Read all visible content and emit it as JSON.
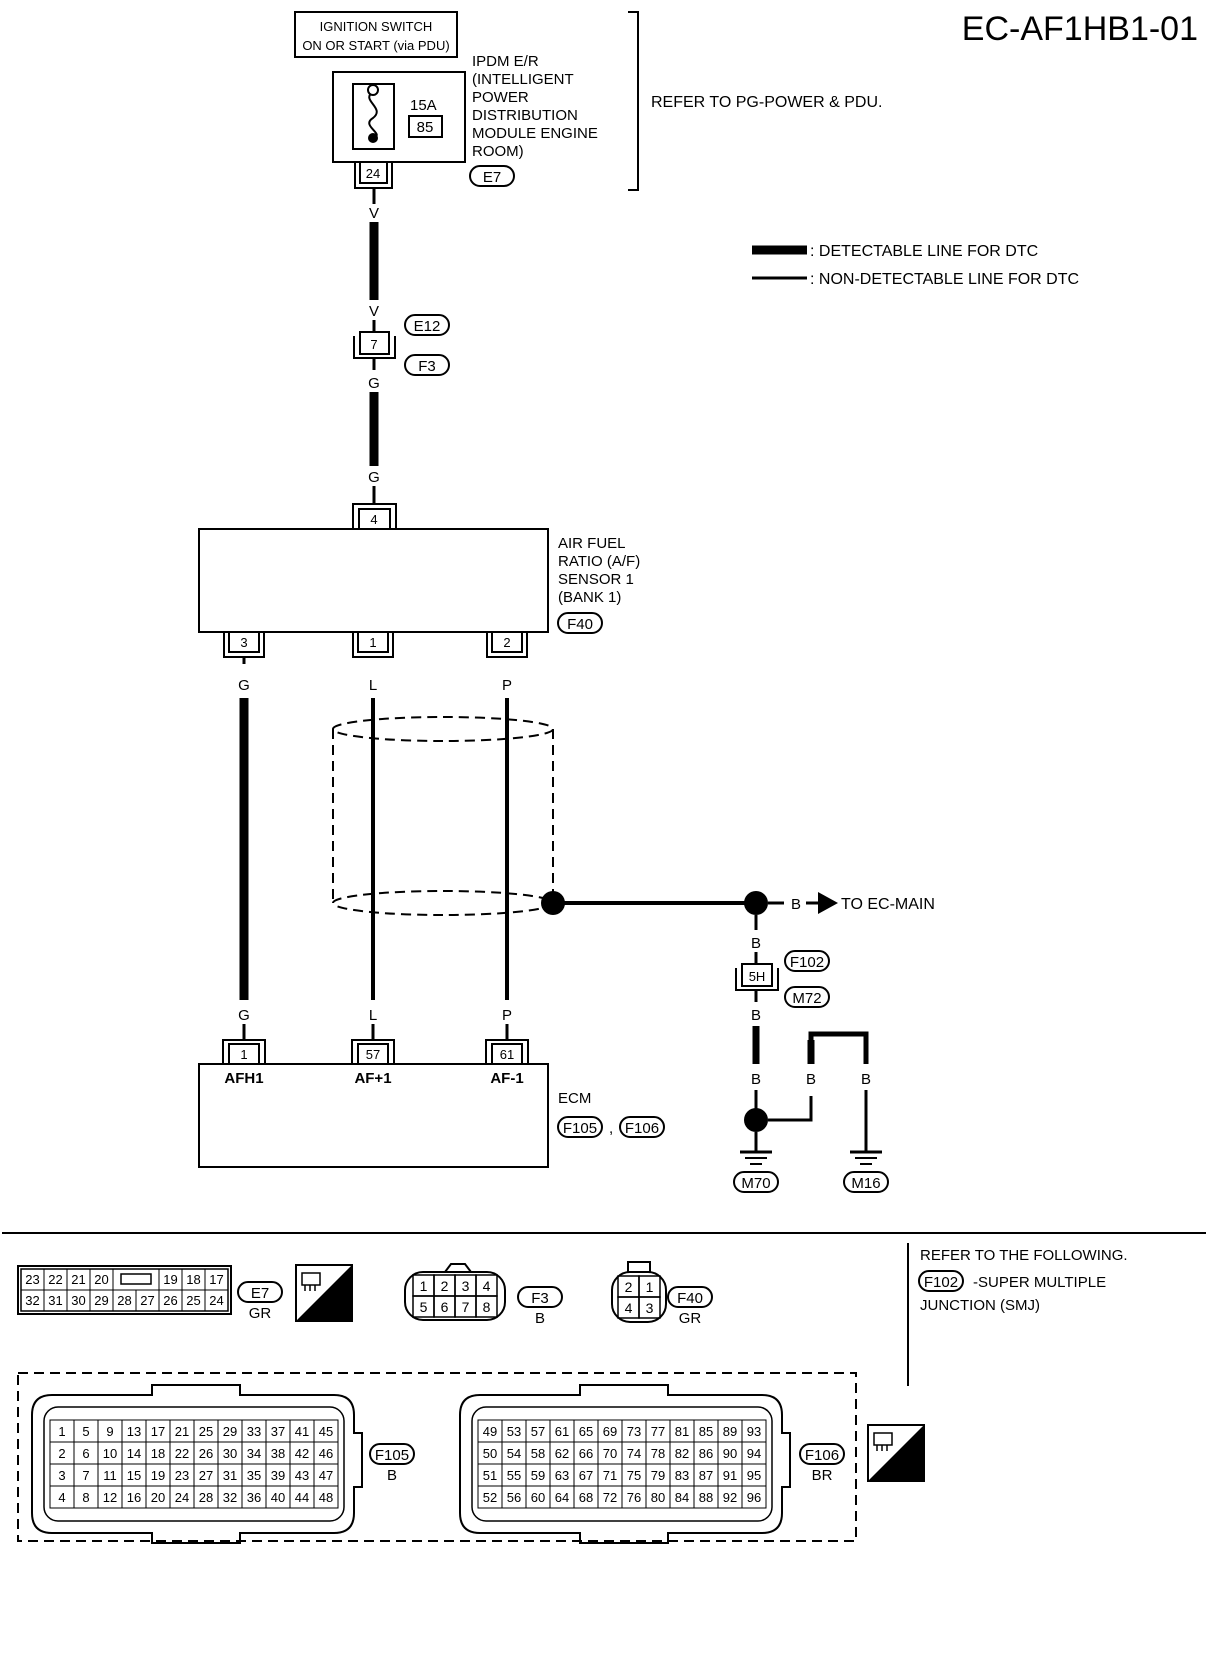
{
  "title": "EC-AF1HB1-01",
  "legend": {
    "detectable": ": DETECTABLE LINE FOR DTC",
    "non_detectable": ": NON-DETECTABLE LINE FOR DTC"
  },
  "ignition_switch": {
    "line1": "IGNITION SWITCH",
    "line2": "ON OR START (via PDU)"
  },
  "ipdm": {
    "label_lines": [
      "IPDM E/R",
      "(INTELLIGENT",
      "POWER",
      "DISTRIBUTION",
      "MODULE ENGINE",
      "ROOM)"
    ],
    "fuse_amps": "15A",
    "fuse_number": "85",
    "terminal": "24",
    "connector": "E7",
    "refer": "REFER TO PG-POWER & PDU."
  },
  "wires": {
    "v_top": "V",
    "v_bottom": "V",
    "g_after_joint": "G",
    "g_before_sensor": "G",
    "sensor3": "G",
    "sensor1": "L",
    "sensor2": "P",
    "ecm1": "G",
    "ecm57": "L",
    "ecm61": "P",
    "shield_b": "B",
    "b1": "B",
    "b2": "B",
    "b3": "B",
    "b4": "B",
    "b5": "B"
  },
  "joint": {
    "terminal": "7",
    "connector_top": "E12",
    "connector_bottom": "F3"
  },
  "sensor": {
    "label_lines": [
      "AIR FUEL",
      "RATIO (A/F)",
      "SENSOR 1",
      "(BANK 1)"
    ],
    "connector": "F40",
    "top_terminal": "4",
    "bottom_terminals": [
      "3",
      "1",
      "2"
    ]
  },
  "to_ec_main": "TO EC-MAIN",
  "smj": {
    "terminal": "5H",
    "connector_top": "F102",
    "connector_bottom": "M72"
  },
  "grounds": [
    "M70",
    "M16"
  ],
  "ecm": {
    "label": "ECM",
    "terminals": [
      "1",
      "57",
      "61"
    ],
    "pin_names": [
      "AFH1",
      "AF+1",
      "AF-1"
    ],
    "connectors": [
      "F105",
      "F106"
    ],
    "sep": ","
  },
  "connector_views": {
    "e7": {
      "row1": [
        "23",
        "22",
        "21",
        "20",
        "",
        "19",
        "18",
        "17"
      ],
      "row2": [
        "32",
        "31",
        "30",
        "29",
        "28",
        "27",
        "26",
        "25",
        "24"
      ],
      "id": "E7",
      "color": "GR"
    },
    "hs_label": "H.S.",
    "f3": {
      "row1": [
        "1",
        "2",
        "3",
        "4"
      ],
      "row2": [
        "5",
        "6",
        "7",
        "8"
      ],
      "id": "F3",
      "color": "B"
    },
    "f40": {
      "row1": [
        "2",
        "1"
      ],
      "row2": [
        "4",
        "3"
      ],
      "id": "F40",
      "color": "GR"
    },
    "refer_lines": [
      "REFER TO THE FOLLOWING.",
      "-SUPER MULTIPLE",
      "JUNCTION (SMJ)"
    ],
    "refer_conn": "F102",
    "f105": {
      "rows": [
        [
          "1",
          "5",
          "9",
          "13",
          "17",
          "21",
          "25",
          "29",
          "33",
          "37",
          "41",
          "45"
        ],
        [
          "2",
          "6",
          "10",
          "14",
          "18",
          "22",
          "26",
          "30",
          "34",
          "38",
          "42",
          "46"
        ],
        [
          "3",
          "7",
          "11",
          "15",
          "19",
          "23",
          "27",
          "31",
          "35",
          "39",
          "43",
          "47"
        ],
        [
          "4",
          "8",
          "12",
          "16",
          "20",
          "24",
          "28",
          "32",
          "36",
          "40",
          "44",
          "48"
        ]
      ],
      "id": "F105",
      "color": "B"
    },
    "f106": {
      "rows": [
        [
          "49",
          "53",
          "57",
          "61",
          "65",
          "69",
          "73",
          "77",
          "81",
          "85",
          "89",
          "93"
        ],
        [
          "50",
          "54",
          "58",
          "62",
          "66",
          "70",
          "74",
          "78",
          "82",
          "86",
          "90",
          "94"
        ],
        [
          "51",
          "55",
          "59",
          "63",
          "67",
          "71",
          "75",
          "79",
          "83",
          "87",
          "91",
          "95"
        ],
        [
          "52",
          "56",
          "60",
          "64",
          "68",
          "72",
          "76",
          "80",
          "84",
          "88",
          "92",
          "96"
        ]
      ],
      "id": "F106",
      "color": "BR"
    }
  }
}
